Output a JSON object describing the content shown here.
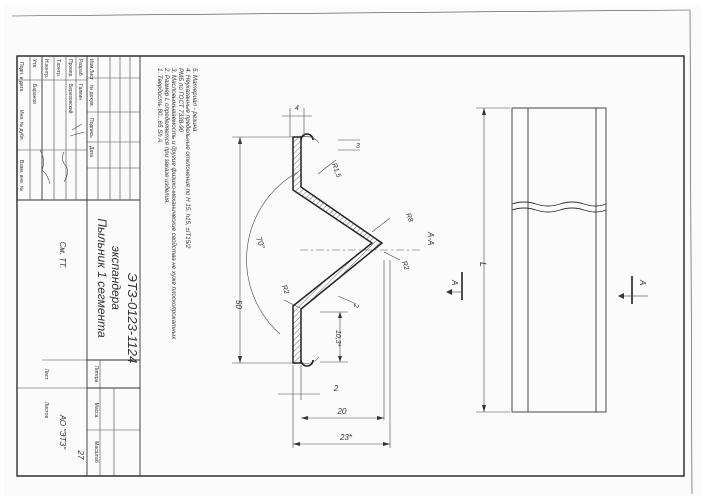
{
  "title_block": {
    "code": "ЭТЗ-0123-1124",
    "name_line1": "Пыльник 1 сегмента",
    "name_line2": "экспандера",
    "material": "См. ТТ.",
    "company": "АО \"ЭТЗ\"",
    "sheets": "27",
    "col_litera": "Литера",
    "col_massa": "Масса",
    "col_masshtab": "Масштаб",
    "col_list": "Лист",
    "col_listov": "Листов",
    "headers": [
      "Изм.",
      "Лист",
      "№ докум.",
      "Подпись",
      "Дата"
    ],
    "roles": [
      "Разраб.",
      "Провер.",
      "Т.контр.",
      "Н.контр.",
      "Утв."
    ],
    "names": [
      "Галкин",
      "Березовский",
      "",
      "",
      "Баранов"
    ],
    "left_labels": [
      "Подп. и дата",
      "Инв. № дубл.",
      "Взам. инв. №",
      "Подп. и дата",
      "Инв. № подл."
    ]
  },
  "notes": [
    "1. Твердость 60...65 Sh A.",
    "2. Размер L определяется при заказе изделия.",
    "3. Масловымываемость и другие физико-механические свойства не хуже плоскопрокатных",
    "РМБ по ГОСТ 7338-90",
    "4. Неуказанные предельные отклонения по H 15, h15, ±IT15/2",
    "5. Материал - резина."
  ],
  "dims": {
    "top_width": "4",
    "top_offset": "3",
    "r15": "R1,5",
    "r8": "R8",
    "r2_right": "R2",
    "r2_left": "R2",
    "angle": "70°",
    "height": "50",
    "wall": "2",
    "d103": "10,3*",
    "bottom": "2",
    "w20": "20",
    "w23": "23*",
    "section": "А-А",
    "section_mark": "А",
    "length": "L"
  }
}
